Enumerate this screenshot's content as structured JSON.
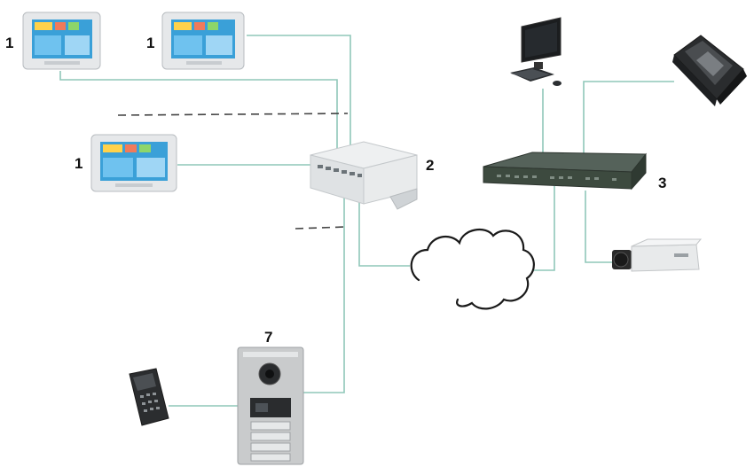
{
  "labels": {
    "monitor_a": "1",
    "monitor_b": "1",
    "monitor_c": "1",
    "distributor": "2",
    "switch": "3",
    "door_station": "7"
  },
  "colors": {
    "cable": "#8fc7b9",
    "cable_dark": "#6aa99a",
    "dashed": "#444444",
    "screen_blue": "#3aa0d8",
    "switch_body": "#3d4a3f",
    "device_silver": "#c9cbcc"
  },
  "icons": {
    "monitor": "indoor-monitor-icon",
    "distributor": "distributor-icon",
    "switch": "network-switch-icon",
    "pc": "desktop-pc-icon",
    "master_station": "master-station-icon",
    "camera": "ip-camera-icon",
    "cloud": "network-cloud-icon",
    "door_station": "door-station-icon",
    "card_reader": "card-reader-icon"
  }
}
